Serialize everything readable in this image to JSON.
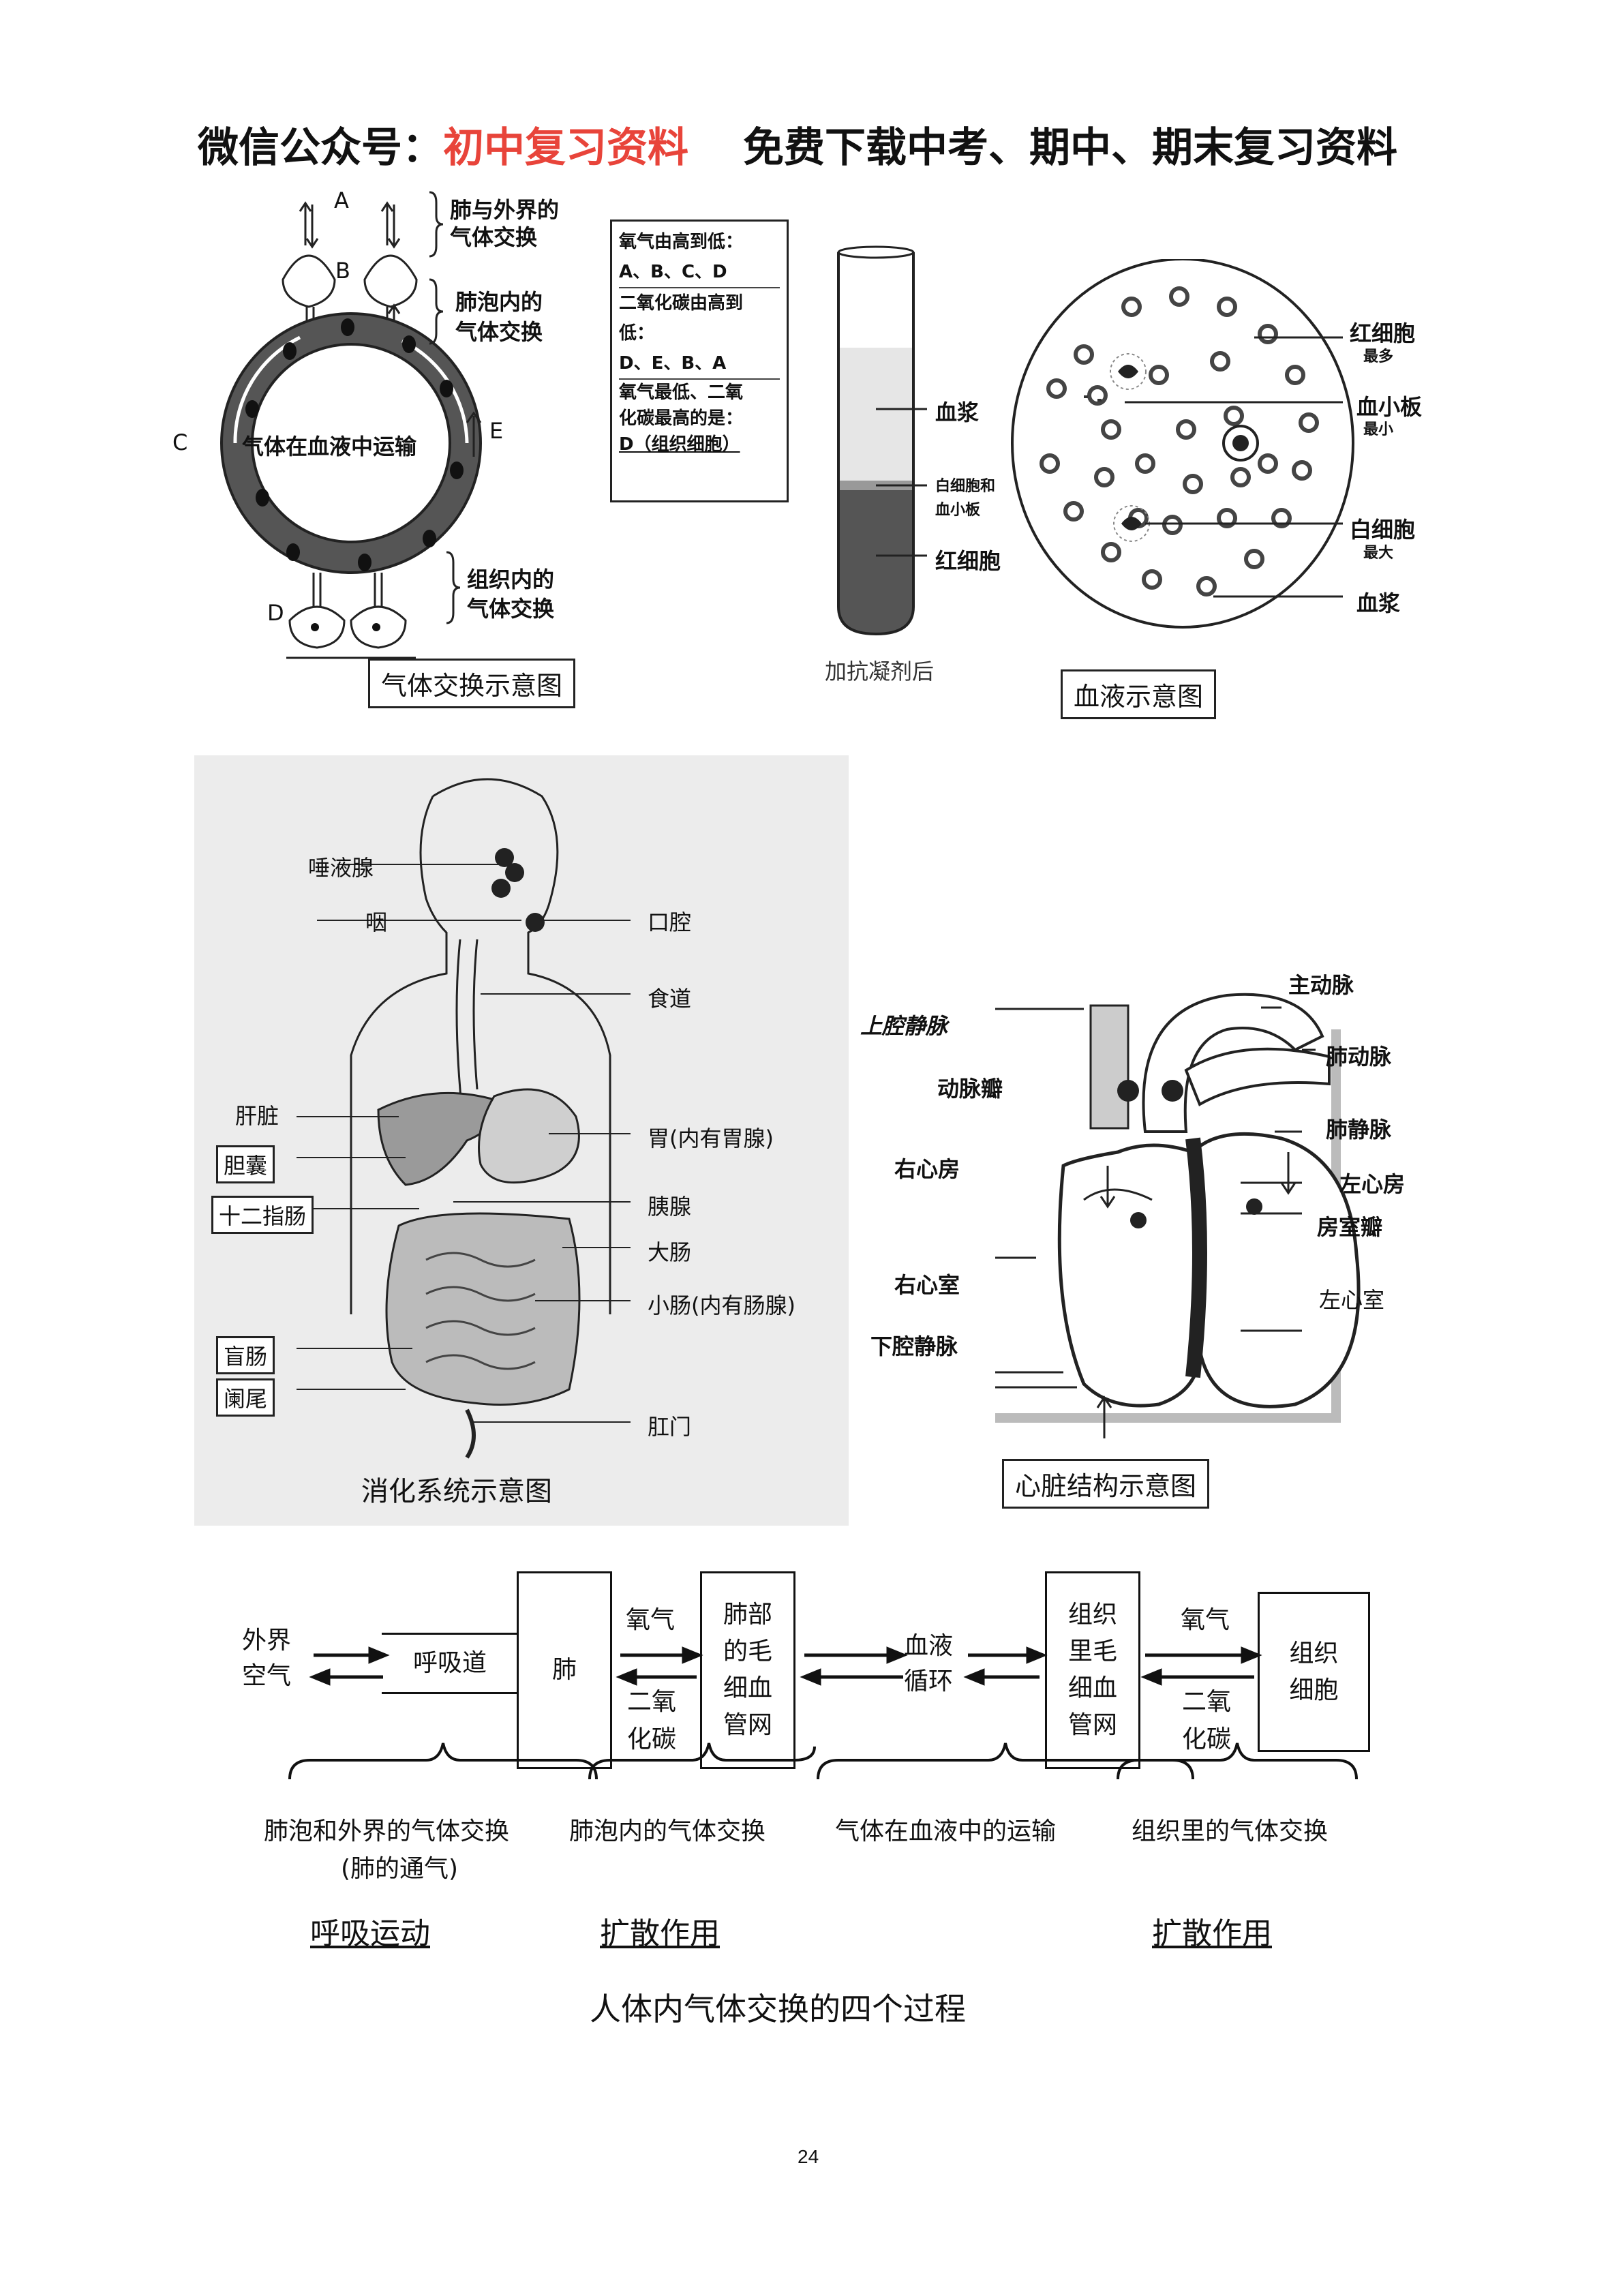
{
  "header": {
    "prefix": "微信公众号：",
    "highlight": "初中复习资料",
    "suffix": "免费下载中考、期中、期末复习资料",
    "highlight_color": "#e8443a"
  },
  "gas_exchange": {
    "caption": "气体交换示意图",
    "letters": [
      "A",
      "B",
      "C",
      "D",
      "E"
    ],
    "brace1": [
      "肺与外界的",
      "气体交换"
    ],
    "brace2": [
      "肺泡内的",
      "气体交换"
    ],
    "ring_text": "气体在血液中运输",
    "brace3": [
      "组织内的",
      "气体交换"
    ],
    "info": {
      "o2_title": "氧气由高到低：",
      "o2_order": "A、B、C、D",
      "co2_title_1": "二氧化碳由高到",
      "co2_title_2": "低：",
      "co2_order": "D、E、B、A",
      "note_1": "氧气最低、二氧",
      "note_2": "化碳最高的是：",
      "note_3": "D（组织细胞）"
    }
  },
  "blood_tube": {
    "plasma": "血浆",
    "buffy_1": "白细胞和",
    "buffy_2": "血小板",
    "rbc": "红细胞",
    "caption": "加抗凝剂后"
  },
  "blood_smear": {
    "caption": "血液示意图",
    "rbc": "红细胞",
    "rbc_note": "最多",
    "platelet": "血小板",
    "platelet_note": "最小",
    "wbc": "白细胞",
    "wbc_note": "最大",
    "plasma": "血浆"
  },
  "digestive": {
    "caption": "消化系统示意图",
    "labels_left": [
      "唾液腺",
      "咽",
      "肝脏",
      "胆囊",
      "十二指肠",
      "盲肠",
      "阑尾"
    ],
    "labels_right": [
      "口腔",
      "食道",
      "胃(内有胃腺)",
      "胰腺",
      "大肠",
      "小肠(内有肠腺)",
      "肛门"
    ]
  },
  "heart": {
    "caption": "心脏结构示意图",
    "labels_left": [
      "上腔静脉",
      "动脉瓣",
      "右心房",
      "右心室",
      "下腔静脉"
    ],
    "labels_right": [
      "主动脉",
      "肺动脉",
      "肺静脉",
      "左心房",
      "房室瓣",
      "左心室"
    ]
  },
  "flow": {
    "outside_air_1": "外界",
    "outside_air_2": "空气",
    "airway": "呼吸道",
    "lung": "肺",
    "oxygen_1": "氧气",
    "co2_1a": "二氧",
    "co2_1b": "化碳",
    "lung_cap": [
      "肺部",
      "的毛",
      "细血",
      "管网"
    ],
    "blood_1": "血液",
    "blood_2": "循环",
    "tissue_cap": [
      "组织",
      "里毛",
      "细血",
      "管网"
    ],
    "oxygen_2": "氧气",
    "co2_2a": "二氧",
    "co2_2b": "化碳",
    "tissue_cell_1": "组织",
    "tissue_cell_2": "细胞",
    "phase1_1": "肺泡和外界的气体交换",
    "phase1_2": "(肺的通气)",
    "phase2": "肺泡内的气体交换",
    "phase3": "气体在血液中的运输",
    "phase4": "组织里的气体交换",
    "mech1": "呼吸运动",
    "mech2": "扩散作用",
    "mech3": "扩散作用",
    "title": "人体内气体交换的四个过程"
  },
  "page_number": "24"
}
